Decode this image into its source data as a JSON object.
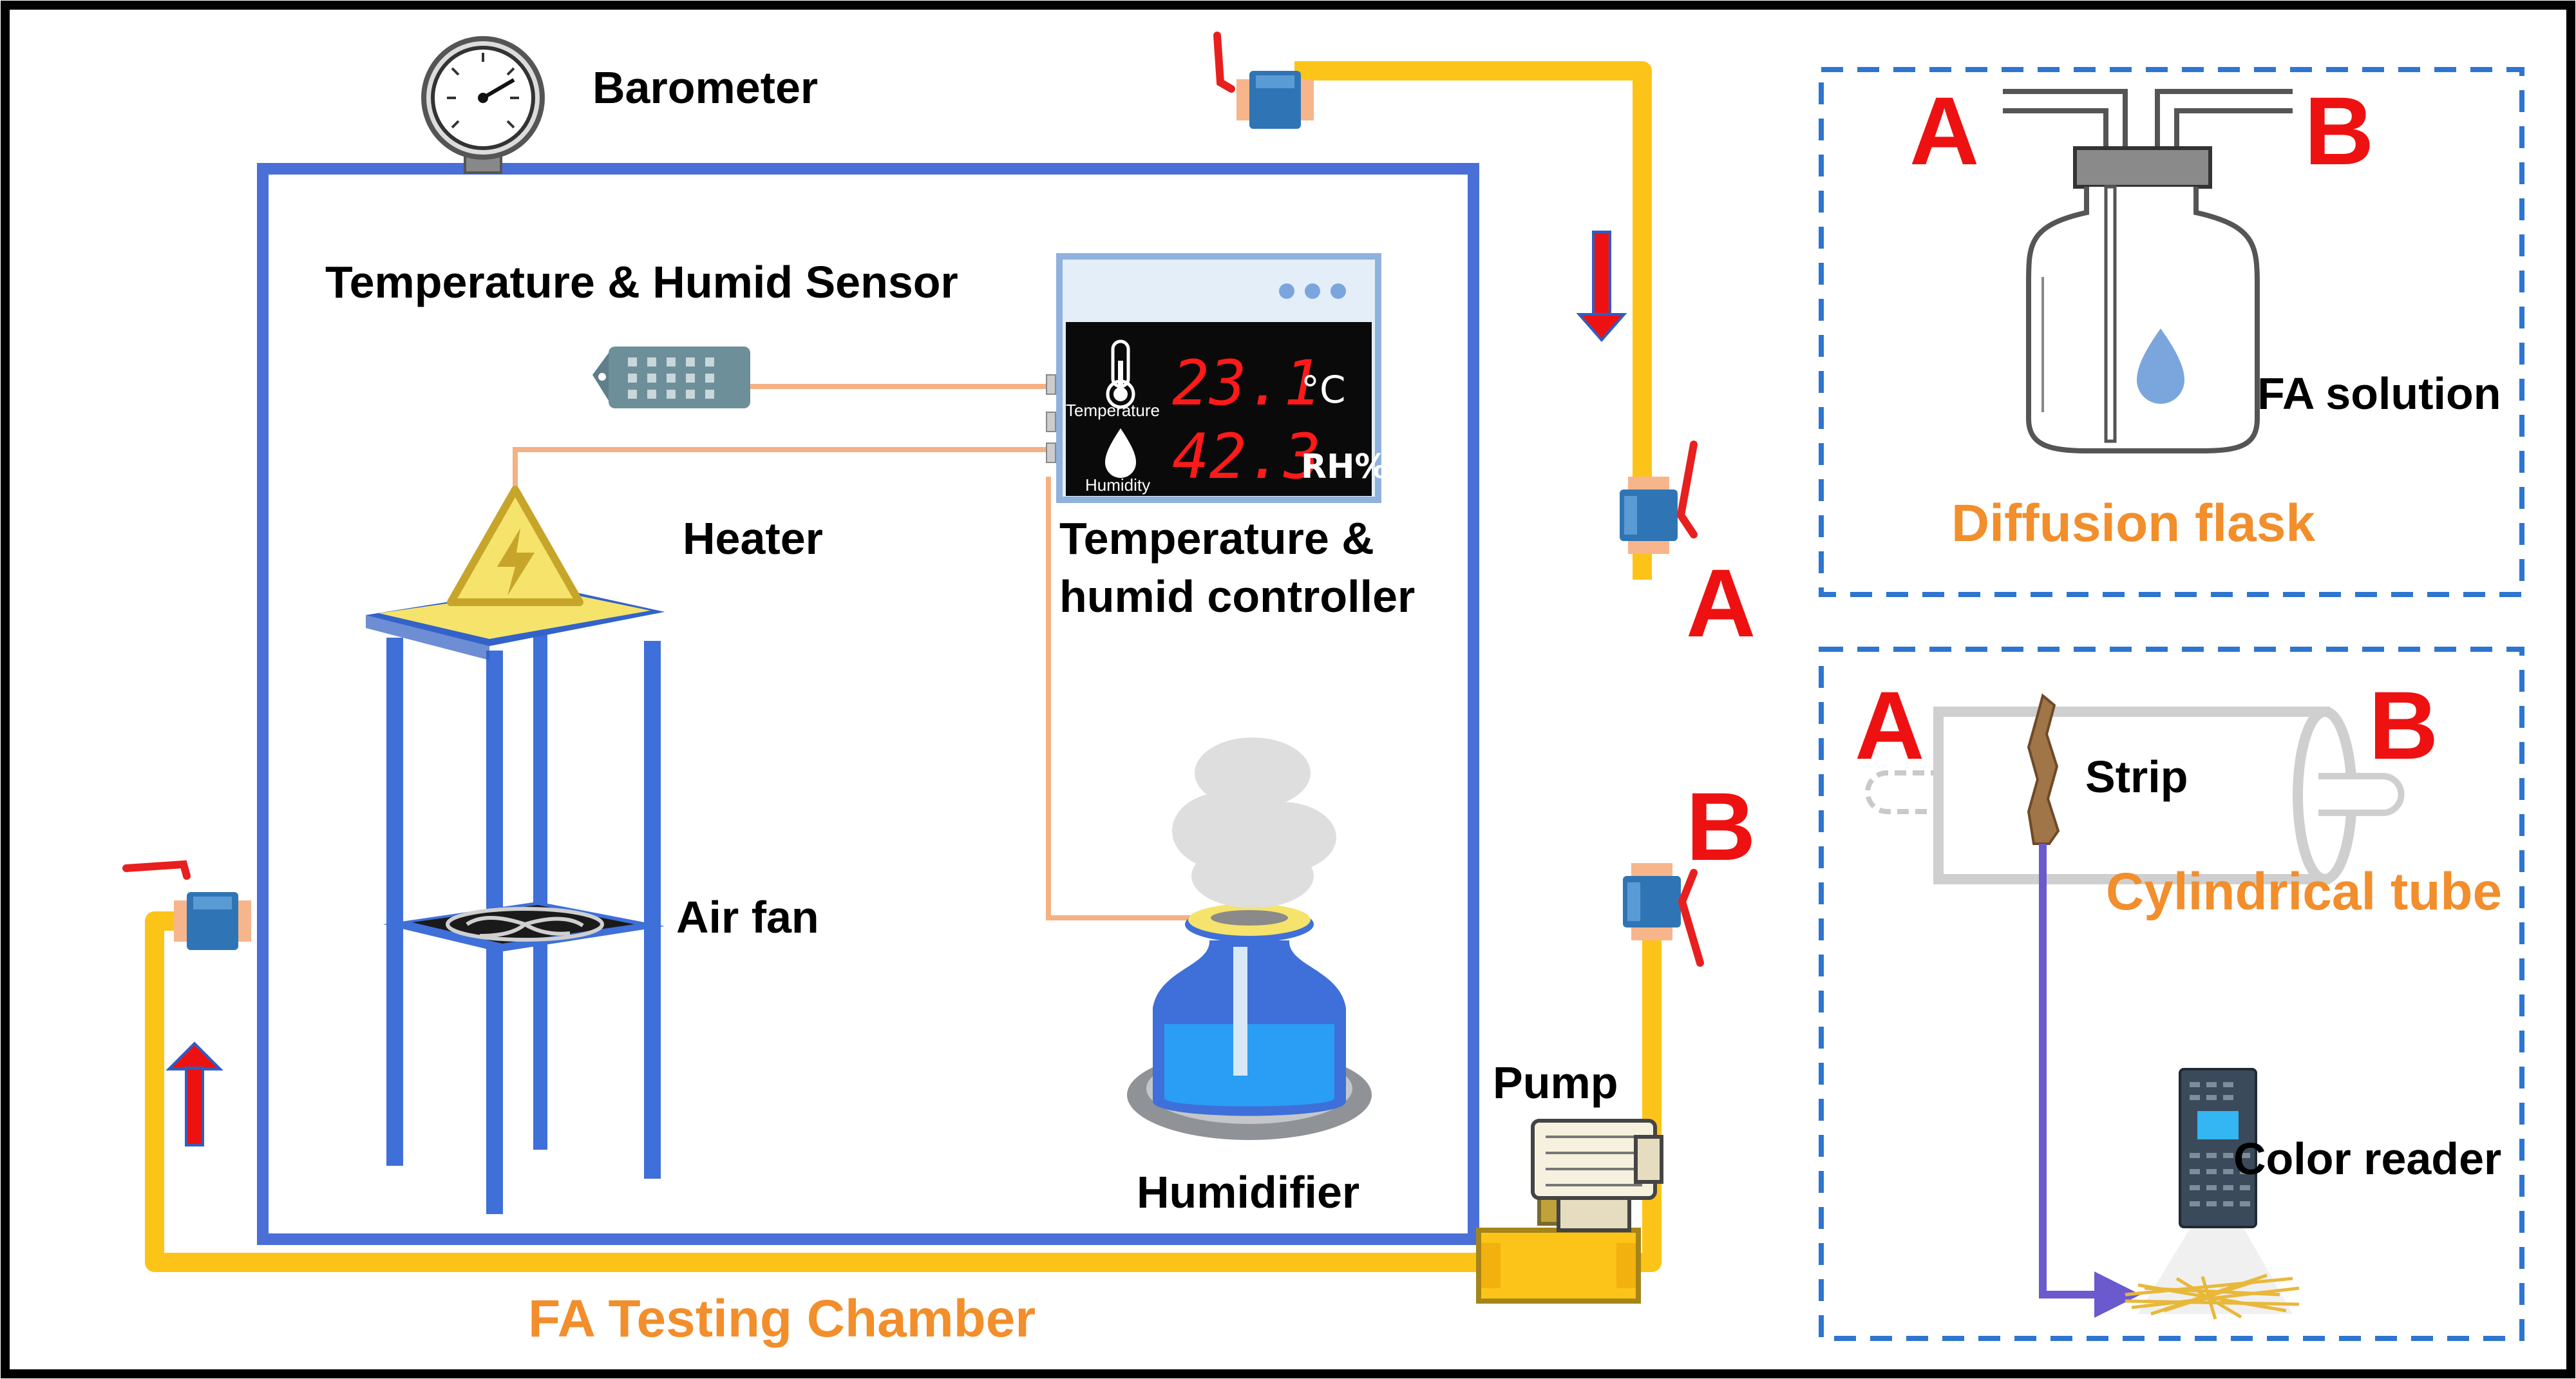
{
  "labels": {
    "barometer": "Barometer",
    "temp_humid_sensor": "Temperature & Humid Sensor",
    "heater": "Heater",
    "air_fan": "Air fan",
    "controller_line1": "Temperature &",
    "controller_line2": "humid controller",
    "humidifier": "Humidifier",
    "pump": "Pump",
    "chamber_title": "FA Testing Chamber",
    "valve_a": "A",
    "valve_b": "B"
  },
  "display": {
    "temperature_value": "23.1",
    "temperature_unit": "°C",
    "temperature_caption": "Temperature",
    "humidity_value": "42.3",
    "humidity_unit": "RH%",
    "humidity_caption": "Humidity"
  },
  "diffusion_flask": {
    "title": "Diffusion flask",
    "port_a": "A",
    "port_b": "B",
    "solution": "FA solution"
  },
  "cylindrical_tube": {
    "title": "Cylindrical tube",
    "port_a": "A",
    "port_b": "B",
    "strip": "Strip",
    "reader": "Color reader"
  },
  "colors": {
    "chamber_border": "#4a6fd6",
    "pipe": "#fcc419",
    "wire": "#f4b183",
    "valve": "#2f75b5",
    "flow_arrow": "#ee1111",
    "label_accent": "#f28e2b",
    "port_letter": "#ee1111",
    "panel_dash": "#2e75d0",
    "signal_line": "#6a5acd"
  }
}
